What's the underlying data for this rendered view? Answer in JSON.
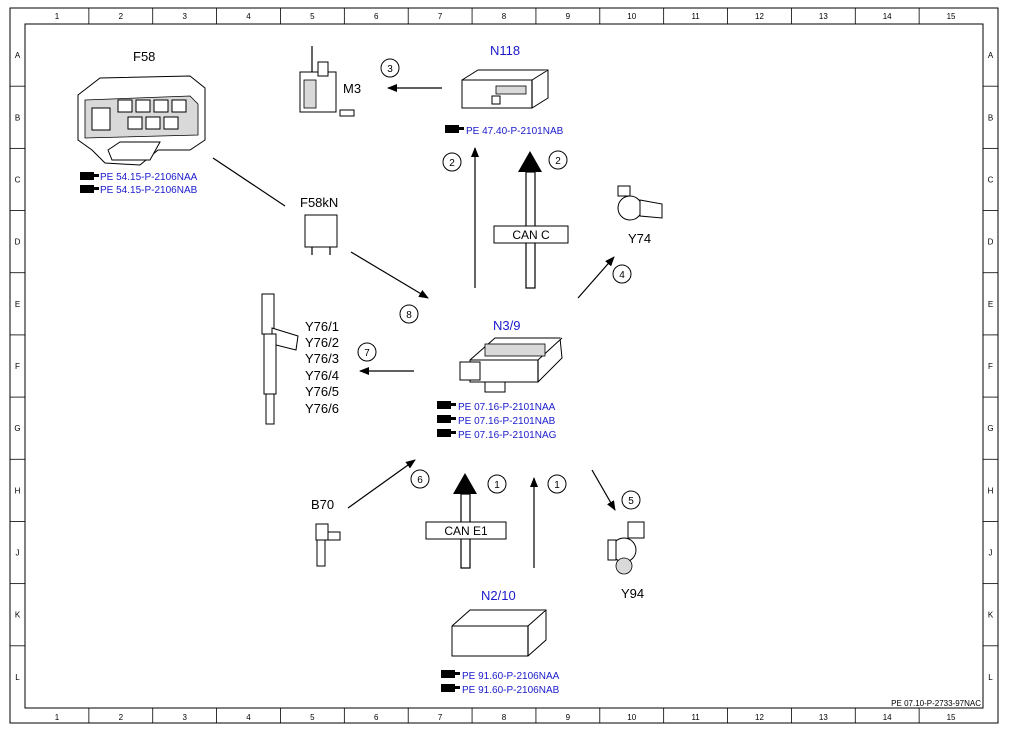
{
  "frame": {
    "columns": [
      "1",
      "2",
      "3",
      "4",
      "5",
      "6",
      "7",
      "8",
      "9",
      "10",
      "11",
      "12",
      "13",
      "14",
      "15"
    ],
    "rows": [
      "A",
      "B",
      "C",
      "D",
      "E",
      "F",
      "G",
      "H",
      "J",
      "K",
      "L"
    ]
  },
  "components": {
    "f58": {
      "label": "F58",
      "refs": [
        "PE 54.15-P-2106NAA",
        "PE 54.15-P-2106NAB"
      ]
    },
    "m3": {
      "label": "M3"
    },
    "n118": {
      "label": "N118",
      "refs": [
        "PE 47.40-P-2101NAB"
      ]
    },
    "f58kn": {
      "label": "F58kN"
    },
    "y74": {
      "label": "Y74"
    },
    "y76": {
      "labels": [
        "Y76/1",
        "Y76/2",
        "Y76/3",
        "Y76/4",
        "Y76/5",
        "Y76/6"
      ]
    },
    "n3_9": {
      "label": "N3/9",
      "refs": [
        "PE 07.16-P-2101NAA",
        "PE 07.16-P-2101NAB",
        "PE 07.16-P-2101NAG"
      ]
    },
    "b70": {
      "label": "B70"
    },
    "y94": {
      "label": "Y94"
    },
    "n2_10": {
      "label": "N2/10",
      "refs": [
        "PE 91.60-P-2106NAA",
        "PE 91.60-P-2106NAB"
      ]
    }
  },
  "buses": {
    "can_c": "CAN C",
    "can_e1": "CAN E1"
  },
  "arrows": {
    "a1_bus": "1",
    "a1_line": "1",
    "a2_line": "2",
    "a2_bus": "2",
    "a3": "3",
    "a4": "4",
    "a5": "5",
    "a6": "6",
    "a7": "7",
    "a8": "8"
  },
  "footer": {
    "doc_ref": "PE 07.10-P-2733-97NAC"
  }
}
